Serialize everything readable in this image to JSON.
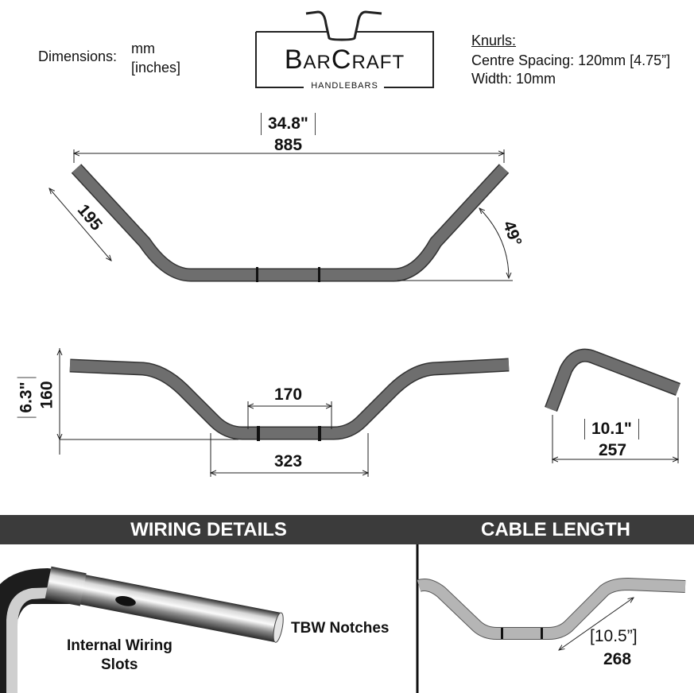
{
  "legend": {
    "label": "Dimensions:",
    "unit_primary": "mm",
    "unit_secondary": "[inches]"
  },
  "logo": {
    "brand": "BarCraft",
    "tagline": "HANDLEBARS"
  },
  "knurls": {
    "title": "Knurls:",
    "centre_spacing": "Centre Spacing: 120mm [4.75”]",
    "width": "Width: 10mm"
  },
  "top_view": {
    "width_in": "34.8\"",
    "width_mm": "885",
    "riser_mm": "195",
    "angle": "49°"
  },
  "front_view": {
    "height_in": "6.3\"",
    "height_mm": "160",
    "knurl_mm": "170",
    "base_mm": "323"
  },
  "side_view": {
    "pullback_in": "10.1\"",
    "pullback_mm": "257"
  },
  "sections": {
    "wiring_title": "WIRING DETAILS",
    "cable_title": "CABLE LENGTH"
  },
  "wiring": {
    "slots_label_1": "Internal Wiring",
    "slots_label_2": "Slots",
    "notches_label": "TBW Notches"
  },
  "cable": {
    "length_in": "[10.5”]",
    "length_mm": "268"
  },
  "colors": {
    "bar": "#6e6e6e",
    "header": "#3b3b3b",
    "cable_bar": "#b5b5b5"
  }
}
